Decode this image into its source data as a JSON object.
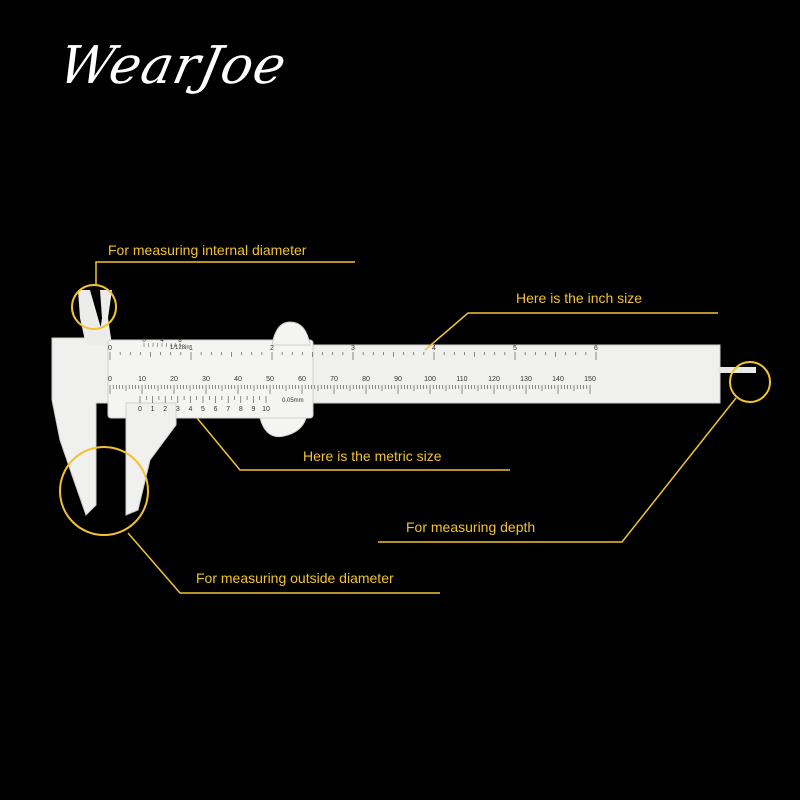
{
  "brand": "WearJoe",
  "labels": {
    "internal": "For measuring internal diameter",
    "inch": "Here is the inch size",
    "metric": "Here is the  metric size",
    "depth": "For measuring depth",
    "outside": "For measuring outside diameter"
  },
  "scales": {
    "inch_fraction": "1/128in",
    "inch_numbers": [
      "0",
      "1",
      "2",
      "3",
      "4",
      "5",
      "6"
    ],
    "mm_numbers": [
      "0",
      "10",
      "20",
      "30",
      "40",
      "50",
      "60",
      "70",
      "80",
      "90",
      "100",
      "110",
      "120",
      "130",
      "140",
      "150"
    ],
    "vernier_numbers": [
      "0",
      "1",
      "2",
      "3",
      "4",
      "5",
      "6",
      "7",
      "8",
      "9",
      "10"
    ],
    "vernier_precision": "0.05mm",
    "top_vernier_numbers": [
      "0",
      "4",
      "8"
    ]
  },
  "colors": {
    "background": "#000000",
    "accent": "#f2c230",
    "caliper_body": "#f0f0ee"
  }
}
